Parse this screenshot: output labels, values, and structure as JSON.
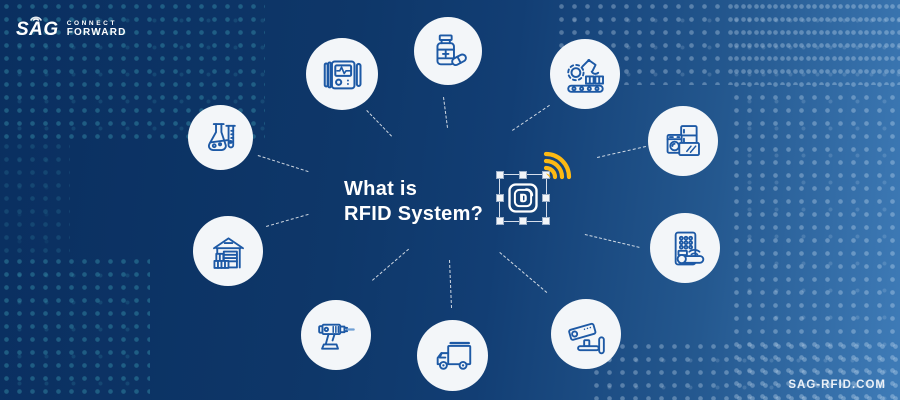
{
  "logo": {
    "brand": "SAG",
    "tagline_top": "CONNECT",
    "tagline_bottom": "FORWARD"
  },
  "title": {
    "line1": "What is",
    "line2": "RFID System?"
  },
  "website": "SAG-RFID.COM",
  "center": {
    "icon": "rfid-tag-with-selection-frame",
    "signal_icon": "rfid-signal-waves",
    "signal_color": "#FDB913"
  },
  "industry_icons": [
    {
      "name": "chemistry-flasks"
    },
    {
      "name": "medical-monitor"
    },
    {
      "name": "medicine-bottle-and-pill"
    },
    {
      "name": "robotic-arm-conveyor"
    },
    {
      "name": "home-appliances"
    },
    {
      "name": "smart-door-lock"
    },
    {
      "name": "warehouse"
    },
    {
      "name": "power-drill"
    },
    {
      "name": "delivery-truck"
    },
    {
      "name": "cctv-camera"
    }
  ],
  "colors": {
    "bg_left": "#0A2F60",
    "bg_right": "#3F7CB8",
    "icon_blue": "#1D59A5",
    "circle_fill": "#F3F6F9",
    "accent_yellow": "#FDB913",
    "dot_teal": "#3EA2B7",
    "text_white": "#FFFFFF"
  }
}
